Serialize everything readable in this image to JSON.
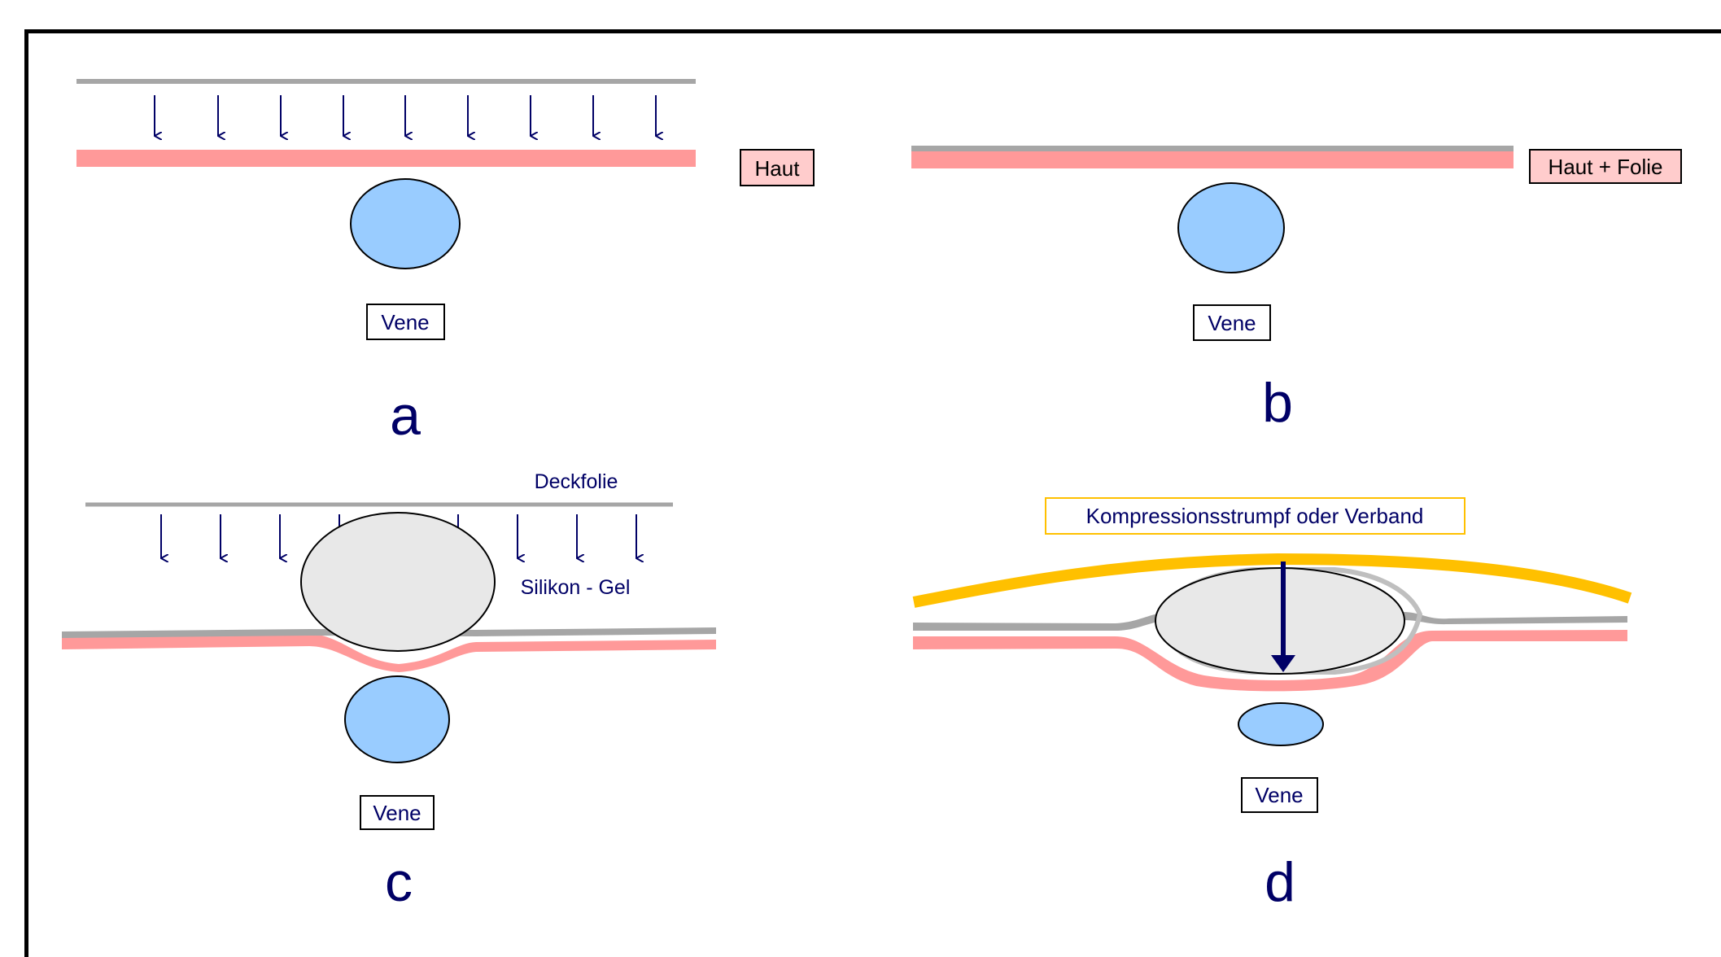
{
  "colors": {
    "skin": "#ff9999",
    "film": "#a6a6a6",
    "vein_fill": "#99ccff",
    "gel_fill": "#e8e8e8",
    "arrow": "#000066",
    "stocking": "#ffc000",
    "label_text": "#000066"
  },
  "panel_a": {
    "skin_label": "Haut",
    "vein_label": "Vene",
    "letter": "a"
  },
  "panel_b": {
    "skin_label": "Haut + Folie",
    "vein_label": "Vene",
    "letter": "b"
  },
  "panel_c": {
    "film_label": "Deckfolie",
    "gel_label": "Silikon - Gel",
    "vein_label": "Vene",
    "letter": "c"
  },
  "panel_d": {
    "stocking_label": "Kompressionsstrumpf oder Verband",
    "vein_label": "Vene",
    "letter": "d"
  }
}
